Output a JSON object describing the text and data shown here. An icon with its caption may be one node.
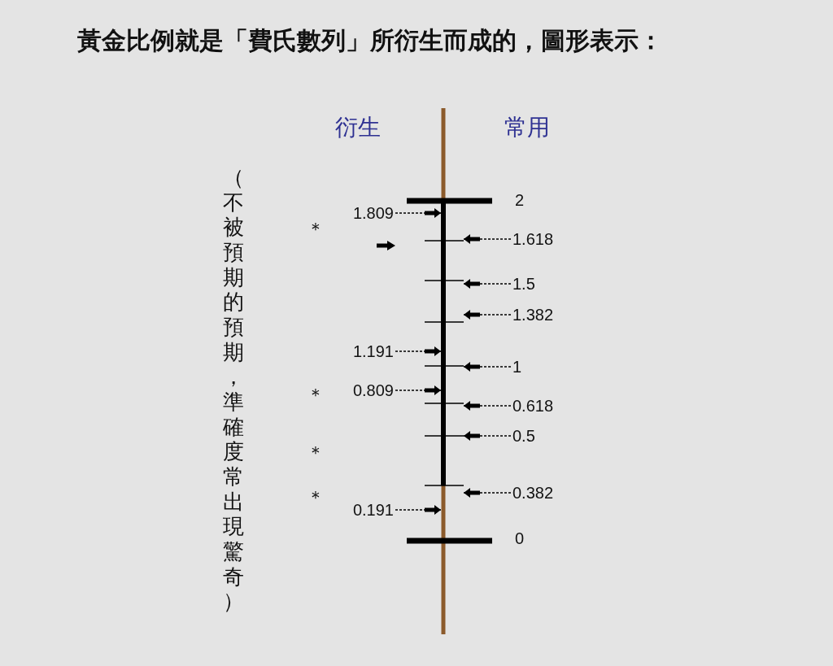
{
  "diagram": {
    "title": "黃金比例就是「費氏數列」所衍生而成的，圖形表示：",
    "nodes": [
      {
        "text": [],
        "shape": "bar"
      },
      {
        "text": [
          "1.809"
        ]
      },
      {
        "text": [
          "1.618"
        ]
      },
      {
        "text": [
          "1.5"
        ]
      },
      {
        "text": [
          "1.382"
        ]
      },
      {
        "text": [
          "1.191"
        ]
      },
      {
        "text": [
          "1"
        ]
      },
      {
        "text": [
          "0.809"
        ]
      },
      {
        "text": [
          "0.618"
        ]
      },
      {
        "text": [
          "0.5"
        ]
      },
      {
        "text": [
          "0.382"
        ]
      },
      {
        "text": [
          "0.191"
        ]
      }
    ],
    "edges": [
      {
        "from": 1,
        "to": 0,
        "arrow": "to",
        "style": "dashed"
      },
      {
        "from": 2,
        "to": 0,
        "arrow": "to",
        "style": "dashed"
      },
      {
        "from": 3,
        "to": 0,
        "arrow": "to",
        "style": "dashed"
      },
      {
        "from": 4,
        "to": 0,
        "arrow": "to",
        "style": "dashed"
      },
      {
        "from": 5,
        "to": 0,
        "arrow": "to",
        "style": "dashed"
      },
      {
        "from": 6,
        "to": 0,
        "arrow": "to",
        "style": "dashed"
      },
      {
        "from": 7,
        "to": 0,
        "arrow": "to",
        "style": "dashed"
      },
      {
        "from": 8,
        "to": 0,
        "arrow": "to",
        "style": "dashed"
      },
      {
        "from": 9,
        "to": 0,
        "arrow": "to",
        "style": "dashed"
      },
      {
        "from": 10,
        "to": 0,
        "arrow": "to",
        "style": "dashed"
      },
      {
        "from": 11,
        "to": 0,
        "arrow": "to",
        "style": "dashed"
      }
    ],
    "labels": [
      "衍生",
      "常用",
      "（不被預期的預期，準確度常出現驚奇）",
      "2",
      "＊",
      "＊",
      "＊",
      "＊",
      "0"
    ]
  }
}
